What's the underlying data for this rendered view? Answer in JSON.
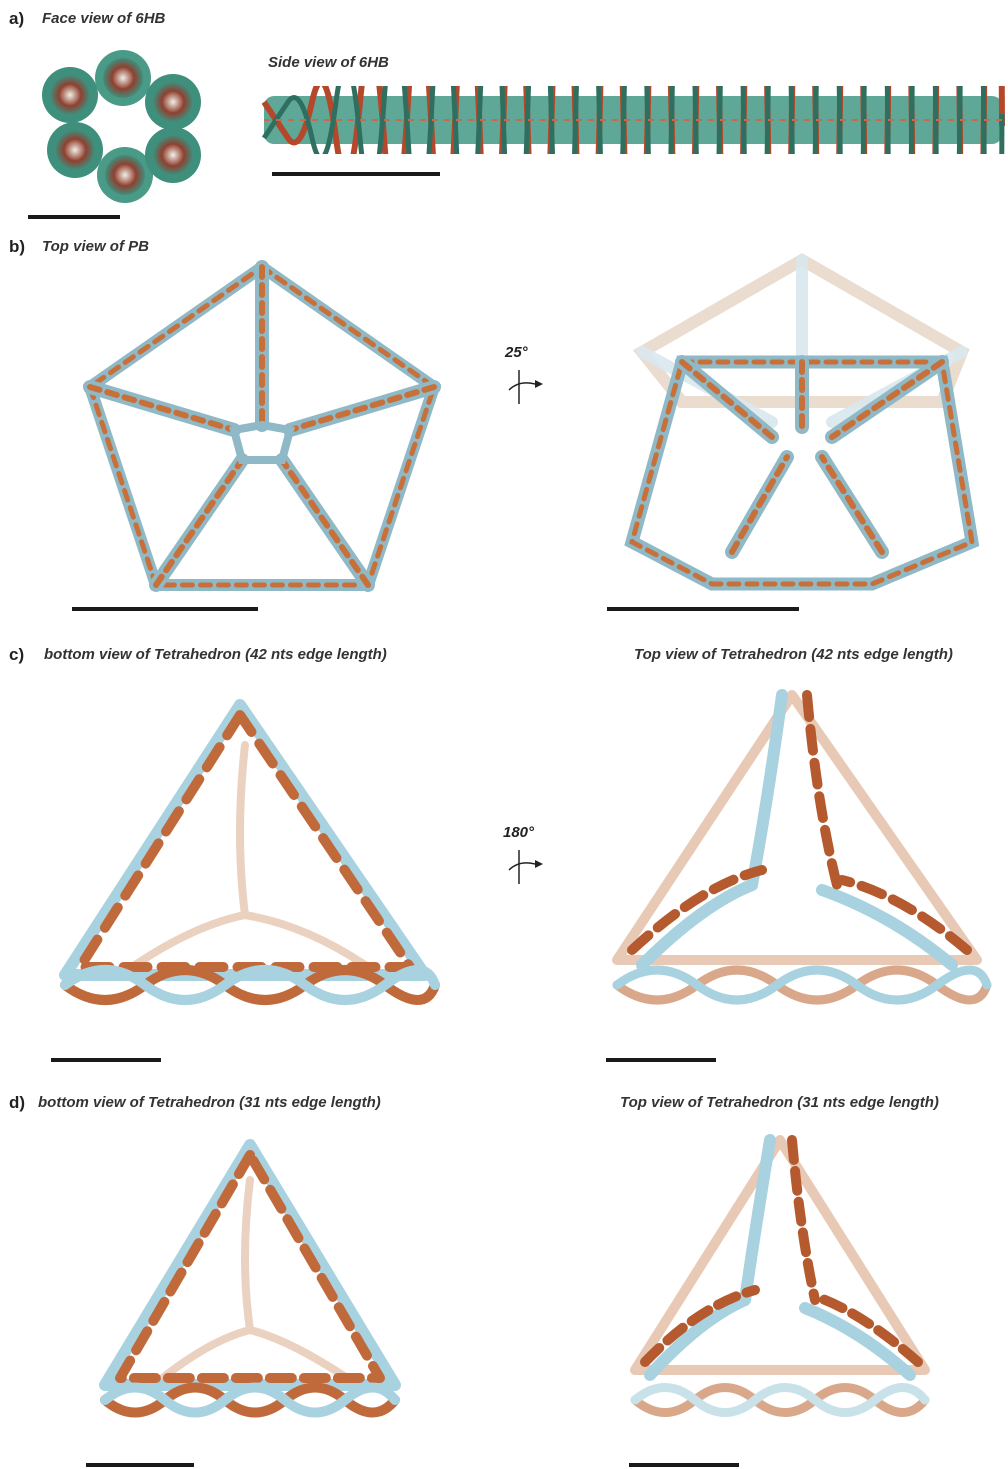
{
  "panels": {
    "a": {
      "letter": "a)",
      "face_caption": "Face view of 6HB",
      "side_caption": "Side view of 6HB"
    },
    "b": {
      "letter": "b)",
      "caption": "Top view of PB",
      "rotation": "25°"
    },
    "c": {
      "letter": "c)",
      "left_caption": "bottom view of Tetrahedron (42 nts edge length)",
      "right_caption": "Top view of Tetrahedron (42 nts edge length)",
      "rotation": "180°"
    },
    "d": {
      "letter": "d)",
      "left_caption": "bottom view of Tetrahedron (31 nts edge length)",
      "right_caption": "Top view of Tetrahedron (31 nts edge length)"
    }
  },
  "colors": {
    "strand_orange": "#c8703a",
    "strand_teal": "#5fa898",
    "strand_lightblue": "#a9d2e0",
    "strand_red": "#b5482a",
    "scalebar": "#1a1a1a"
  }
}
